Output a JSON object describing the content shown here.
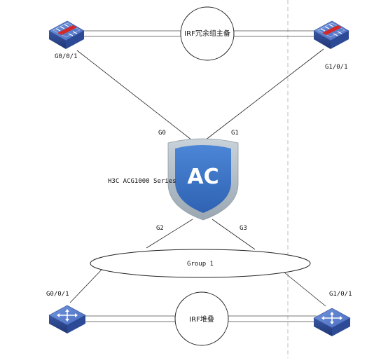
{
  "top_group": {
    "label": "IRF冗余组主备",
    "left_device_port": "G0/0/1",
    "right_device_port": "G1/0/1",
    "left_device_icon": "firewall-icon",
    "right_device_icon": "firewall-icon"
  },
  "controller": {
    "icon_text": "AC",
    "model_label": "H3C ACG1000 Series",
    "ports": {
      "g0": "G0",
      "g1": "G1",
      "g2": "G2",
      "g3": "G3"
    },
    "icon": "access-controller-shield-icon"
  },
  "aggregation": {
    "label": "Group 1"
  },
  "bottom_group": {
    "label": "IRF堆叠",
    "left_device_port": "G0/0/1",
    "right_device_port": "G1/0/1",
    "left_device_icon": "switch-icon",
    "right_device_icon": "switch-icon"
  },
  "colors": {
    "device_blue": "#3b5aa8",
    "device_top": "#5e82cf",
    "firewall_red": "#d22a2a",
    "shield_blue": "#3e74c4",
    "shield_border": "#b8c3cc",
    "divider": "#bdbdbd"
  }
}
